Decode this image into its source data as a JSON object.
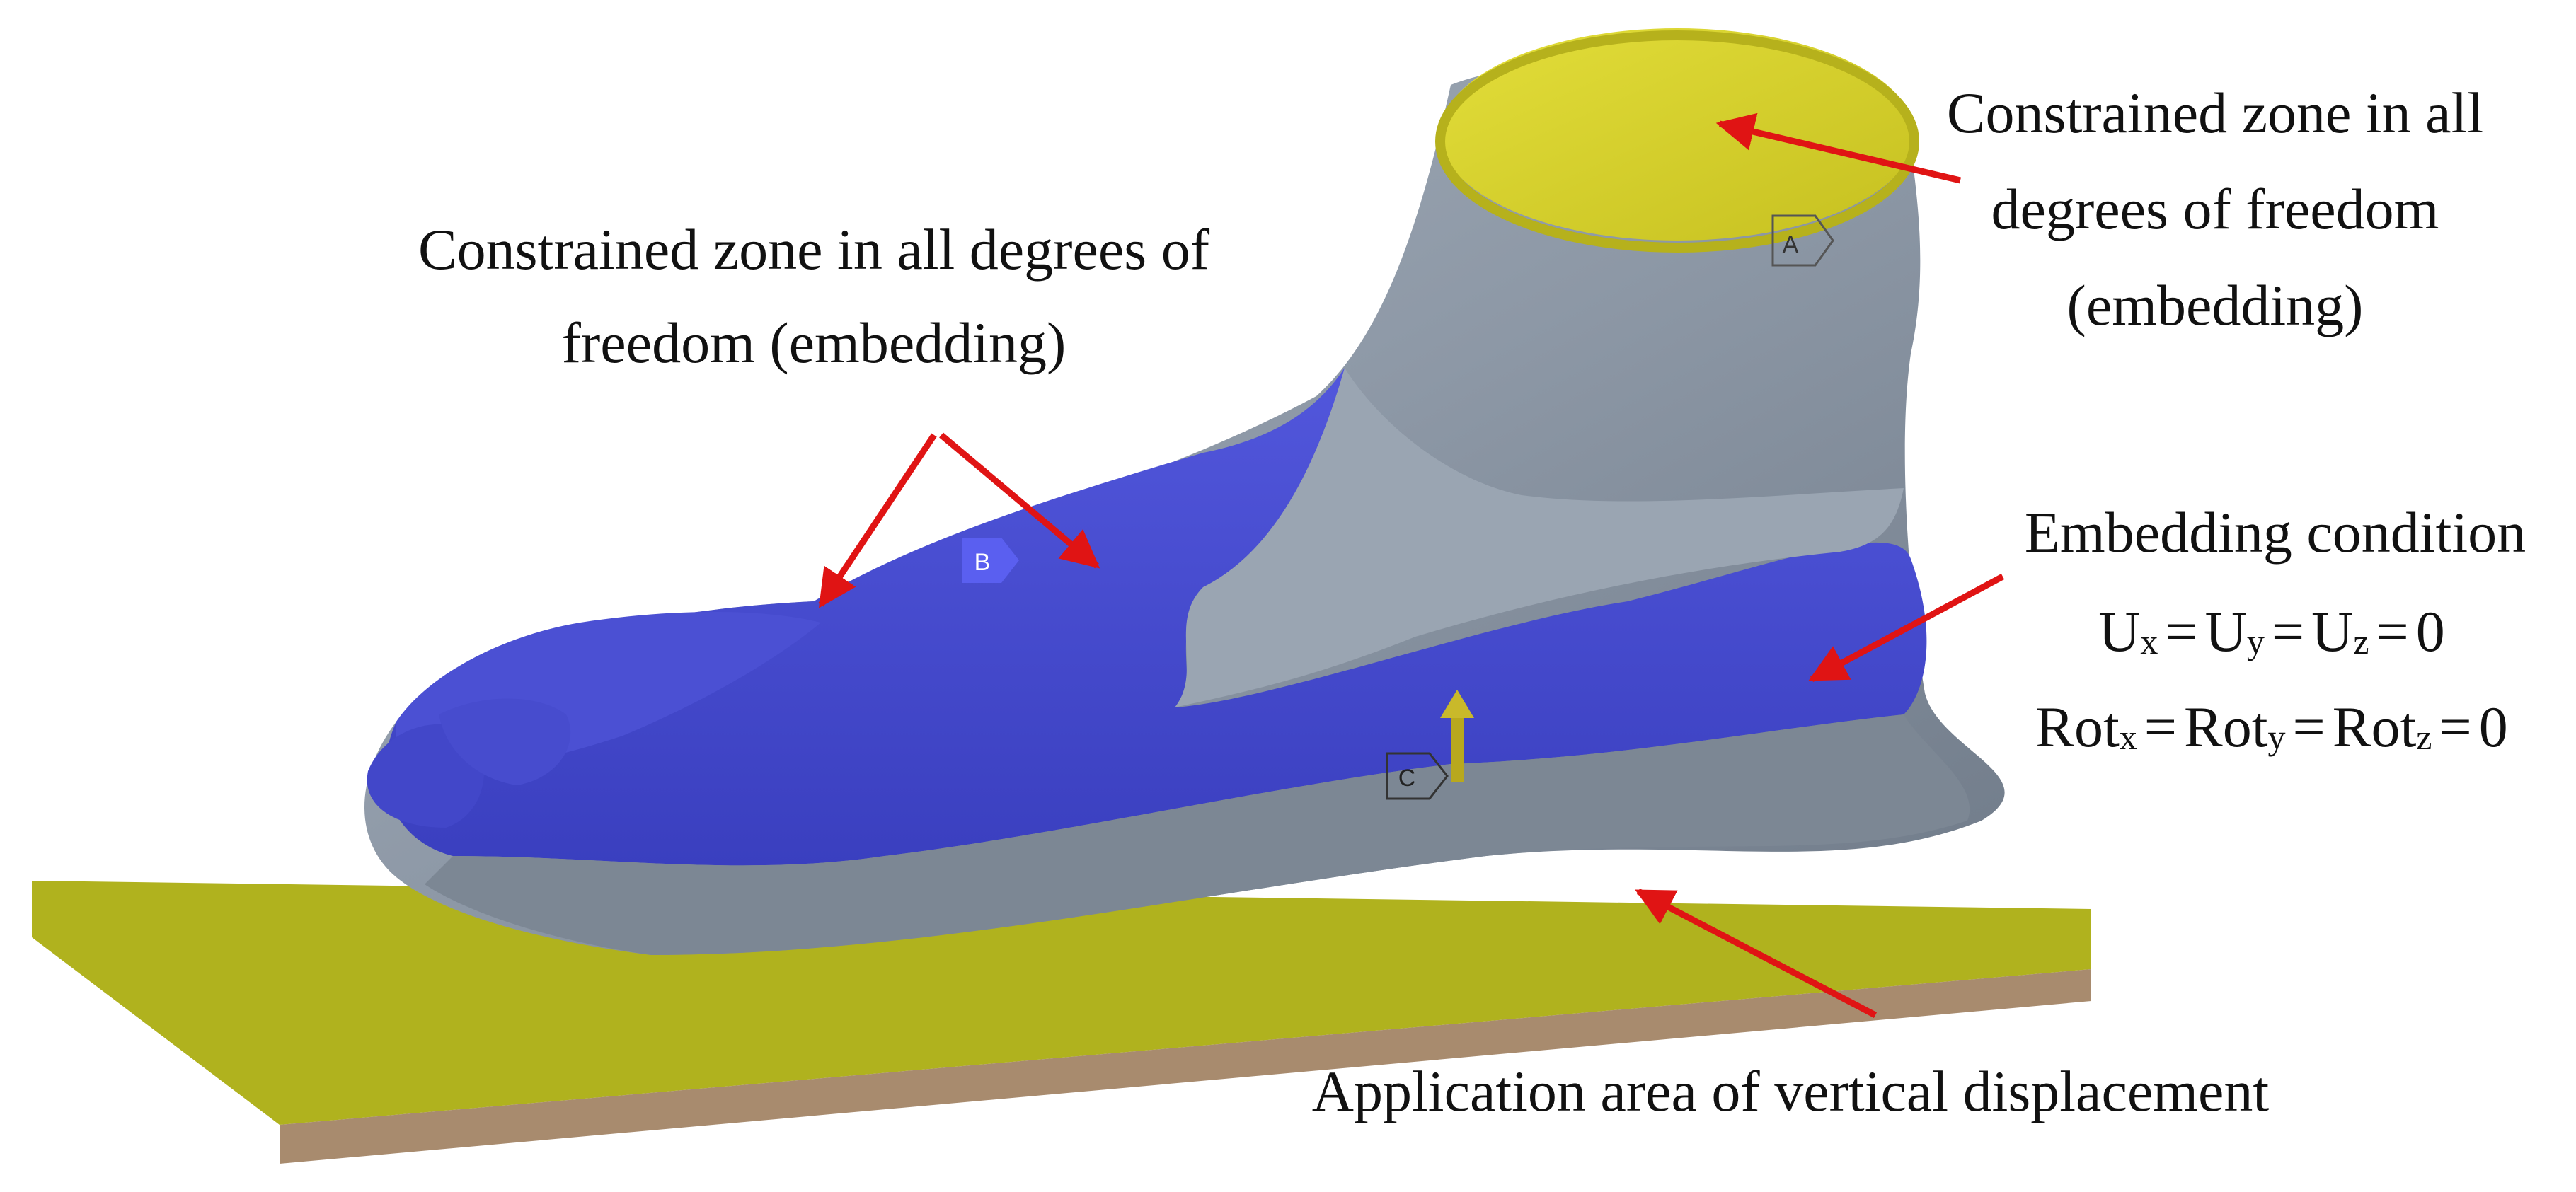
{
  "labels": {
    "top_right": [
      "Constrained zone in all",
      "degrees of freedom",
      "(embedding)"
    ],
    "top_left": [
      "Constrained zone in all degrees of",
      "freedom (embedding)"
    ],
    "middle_right": "Embedding condition",
    "bottom": "Application area of vertical displacement"
  },
  "equations": {
    "u": {
      "base": "U",
      "subs": [
        "x",
        "y",
        "z"
      ],
      "value": "0"
    },
    "rot": {
      "base": "Rot",
      "subs": [
        "x",
        "y",
        "z"
      ],
      "value": "0"
    }
  },
  "markers": {
    "a": "A",
    "b": "B",
    "c": "C"
  },
  "colors": {
    "foot_blue": "#4a4fd6",
    "foot_gray": "#8f9aa8",
    "top_cap": "#d8d22a",
    "plate_top": "#b0b21e",
    "plate_side": "#a88b6e",
    "arrow": "#e01414"
  }
}
